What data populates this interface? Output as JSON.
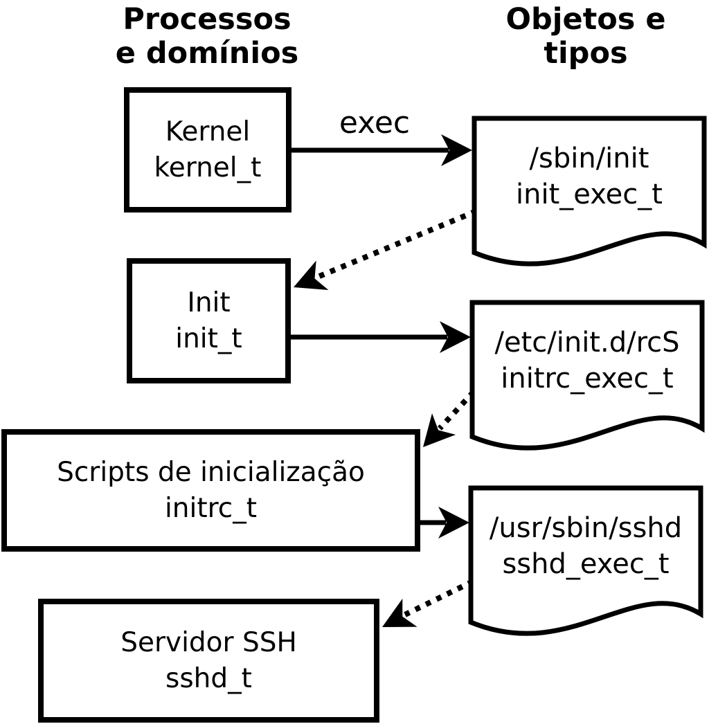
{
  "diagram": {
    "title_columns": {
      "processes": "Processos\ne domínios",
      "objects": "Objetos e\ntipos"
    },
    "process_boxes": [
      {
        "name": "Kernel",
        "domain": "kernel_t",
        "label": "Kernel\nkernel_t"
      },
      {
        "name": "Init",
        "domain": "init_t",
        "label": "Init\ninit_t"
      },
      {
        "name": "Scripts de inicialização",
        "domain": "initrc_t",
        "label": "Scripts de inicialização\ninitrc_t"
      },
      {
        "name": "Servidor SSH",
        "domain": "sshd_t",
        "label": "Servidor SSH\nsshd_t"
      }
    ],
    "object_documents": [
      {
        "path": "/sbin/init",
        "type": "init_exec_t",
        "label": "/sbin/init\ninit_exec_t"
      },
      {
        "path": "/etc/init.d/rcS",
        "type": "initrc_exec_t",
        "label": "/etc/init.d/rcS\ninitrc_exec_t"
      },
      {
        "path": "/usr/sbin/sshd",
        "type": "sshd_exec_t",
        "label": "/usr/sbin/sshd\nsshd_exec_t"
      }
    ],
    "arrow_labels": {
      "exec": "exec"
    },
    "colors": {
      "ink": "#000000",
      "background": "#ffffff"
    }
  }
}
